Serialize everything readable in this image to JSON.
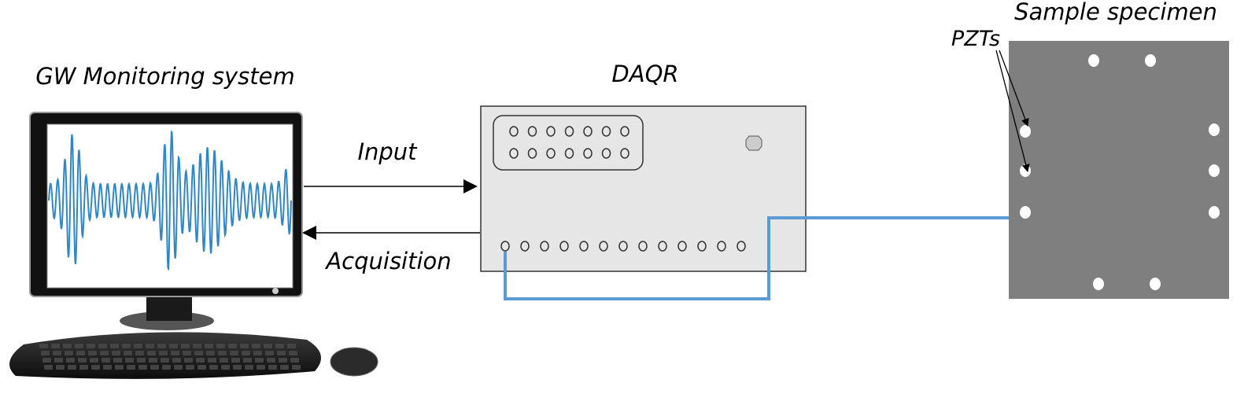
{
  "labels": {
    "monitoring_system": "GW Monitoring system",
    "daqr": "DAQR",
    "input": "Input",
    "acquisition": "Acquisition",
    "specimen": "Sample specimen",
    "pzts": "PZTs"
  },
  "colors": {
    "signal": "#2f86c9",
    "cable": "#5b9bd5",
    "daqr_fill": "#e6e6e6",
    "specimen_fill": "#7f7f7f",
    "sensor": "#ffffff"
  },
  "daqr": {
    "top_port_rows": 2,
    "top_ports_per_row": 7,
    "bottom_ports": 13
  },
  "specimen": {
    "sensor_count": 10
  }
}
